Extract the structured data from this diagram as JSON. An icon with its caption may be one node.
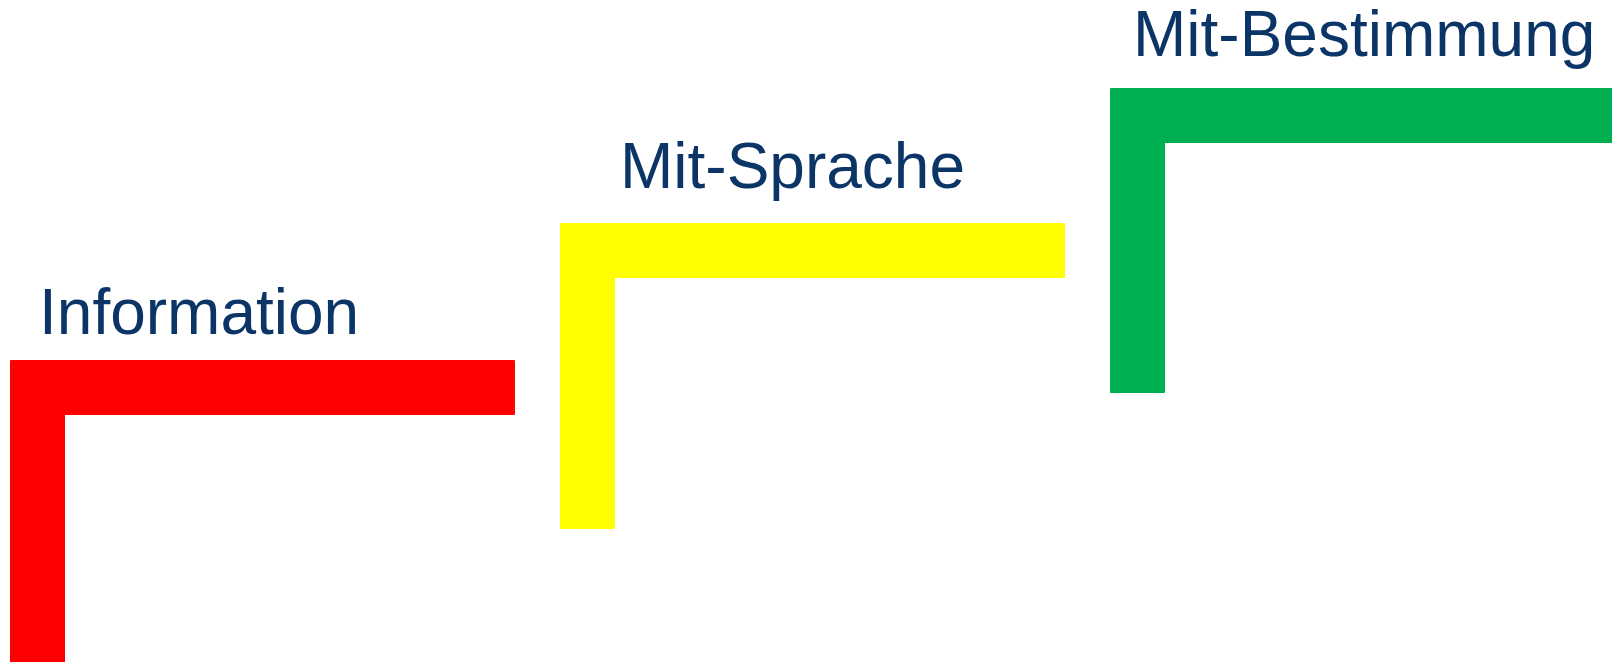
{
  "diagram": {
    "nodes": [
      {
        "text": [
          "Information"
        ]
      },
      {
        "text": [
          "Mit-Sprache"
        ]
      },
      {
        "text": [
          "Mit-Bestimmung"
        ]
      }
    ]
  }
}
